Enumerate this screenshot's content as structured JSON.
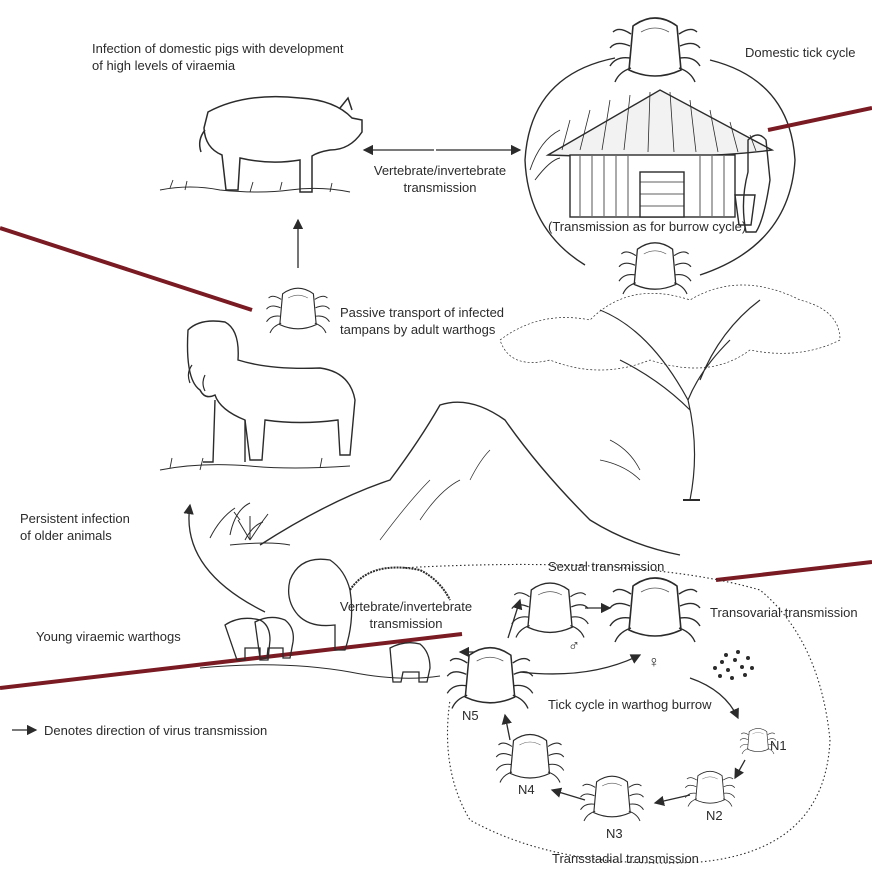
{
  "labels": {
    "pig_infection_line1": "Infection of domestic pigs with development",
    "pig_infection_line2": "of high levels of viraemia",
    "domestic_tick_cycle": "Domestic tick cycle",
    "vert_invert_top_line1": "Vertebrate/invertebrate",
    "vert_invert_top_line2": "transmission",
    "burrow_note": "(Transmission as for burrow cycle)",
    "passive_transport_line1": "Passive transport of infected",
    "passive_transport_line2": "tampans by adult warthogs",
    "persistent_line1": "Persistent infection",
    "persistent_line2": "of older animals",
    "young_warthogs": "Young viraemic warthogs",
    "sexual_transmission": "Sexual transmission",
    "vert_invert_bottom_line1": "Vertebrate/invertebrate",
    "vert_invert_bottom_line2": "transmission",
    "transovarial": "Transovarial transmission",
    "tick_cycle_burrow": "Tick cycle in warthog burrow",
    "transstadial": "Transstadial transmission",
    "legend": "Denotes direction of virus transmission"
  },
  "stages": {
    "n1": "N1",
    "n2": "N2",
    "n3": "N3",
    "n4": "N4",
    "n5": "N5",
    "male": "♂",
    "female": "♀"
  },
  "colors": {
    "ink": "#2b2b2b",
    "pointer_line": "#7a1a22"
  }
}
